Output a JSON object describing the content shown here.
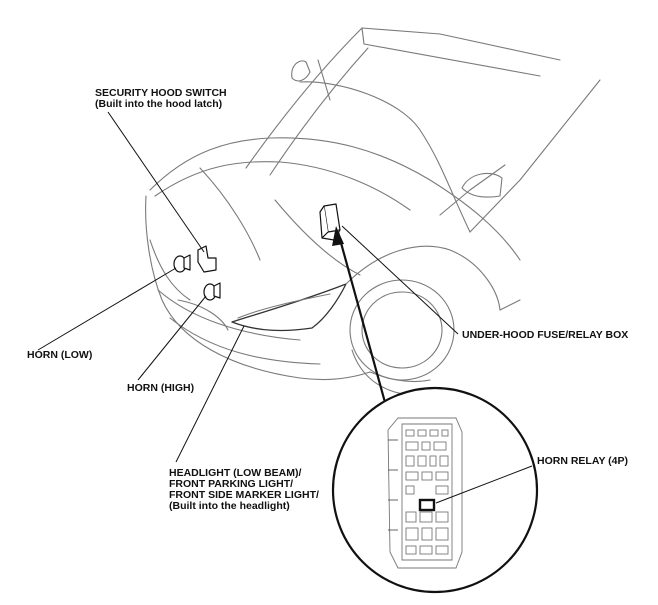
{
  "labels": {
    "security_hood_switch": {
      "line1": "SECURITY HOOD SWITCH",
      "line2": "(Built into the hood latch)"
    },
    "horn_low": "HORN (LOW)",
    "horn_high": "HORN (HIGH)",
    "headlight": {
      "line1": "HEADLIGHT (LOW BEAM)/",
      "line2": "FRONT PARKING LIGHT/",
      "line3": "FRONT SIDE MARKER LIGHT/",
      "line4": "(Built into the headlight)"
    },
    "under_hood_fuse_box": "UNDER-HOOD FUSE/RELAY BOX",
    "horn_relay": "HORN RELAY (4P)"
  },
  "colors": {
    "background": "#ffffff",
    "line": "#111111",
    "car_outline": "#7a7a7a"
  }
}
